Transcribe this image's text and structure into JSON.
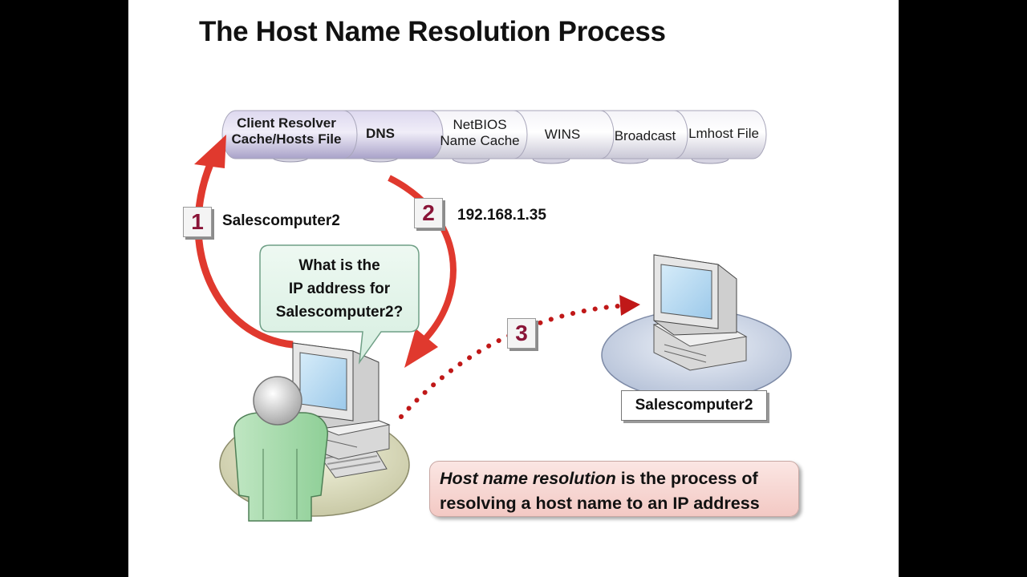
{
  "title": "The Host Name Resolution Process",
  "resolution_methods": [
    {
      "line1": "Client Resolver",
      "line2": "Cache/Hosts File"
    },
    {
      "line1": "DNS",
      "line2": ""
    },
    {
      "line1": "NetBIOS",
      "line2": "Name Cache"
    },
    {
      "line1": "WINS",
      "line2": ""
    },
    {
      "line1": "Broadcast",
      "line2": ""
    },
    {
      "line1": "Lmhost File",
      "line2": ""
    }
  ],
  "steps": [
    {
      "number": "1",
      "caption": "Salescomputer2"
    },
    {
      "number": "2",
      "caption": "192.168.1.35"
    },
    {
      "number": "3",
      "caption": ""
    }
  ],
  "query_bubble": {
    "line1": "What is the",
    "line2": "IP address for",
    "line3": "Salescomputer2?"
  },
  "target_computer_label": "Salescomputer2",
  "definition": {
    "term": "Host name resolution",
    "rest": " is the process of resolving a host name to an IP address"
  },
  "colors": {
    "arrow_red": "#e0392e",
    "step_number": "#8a1538",
    "cylinder_lavender": "#cfc8e6",
    "bubble_green": "#dff3e8",
    "definition_pink": "#f6d2ce"
  }
}
